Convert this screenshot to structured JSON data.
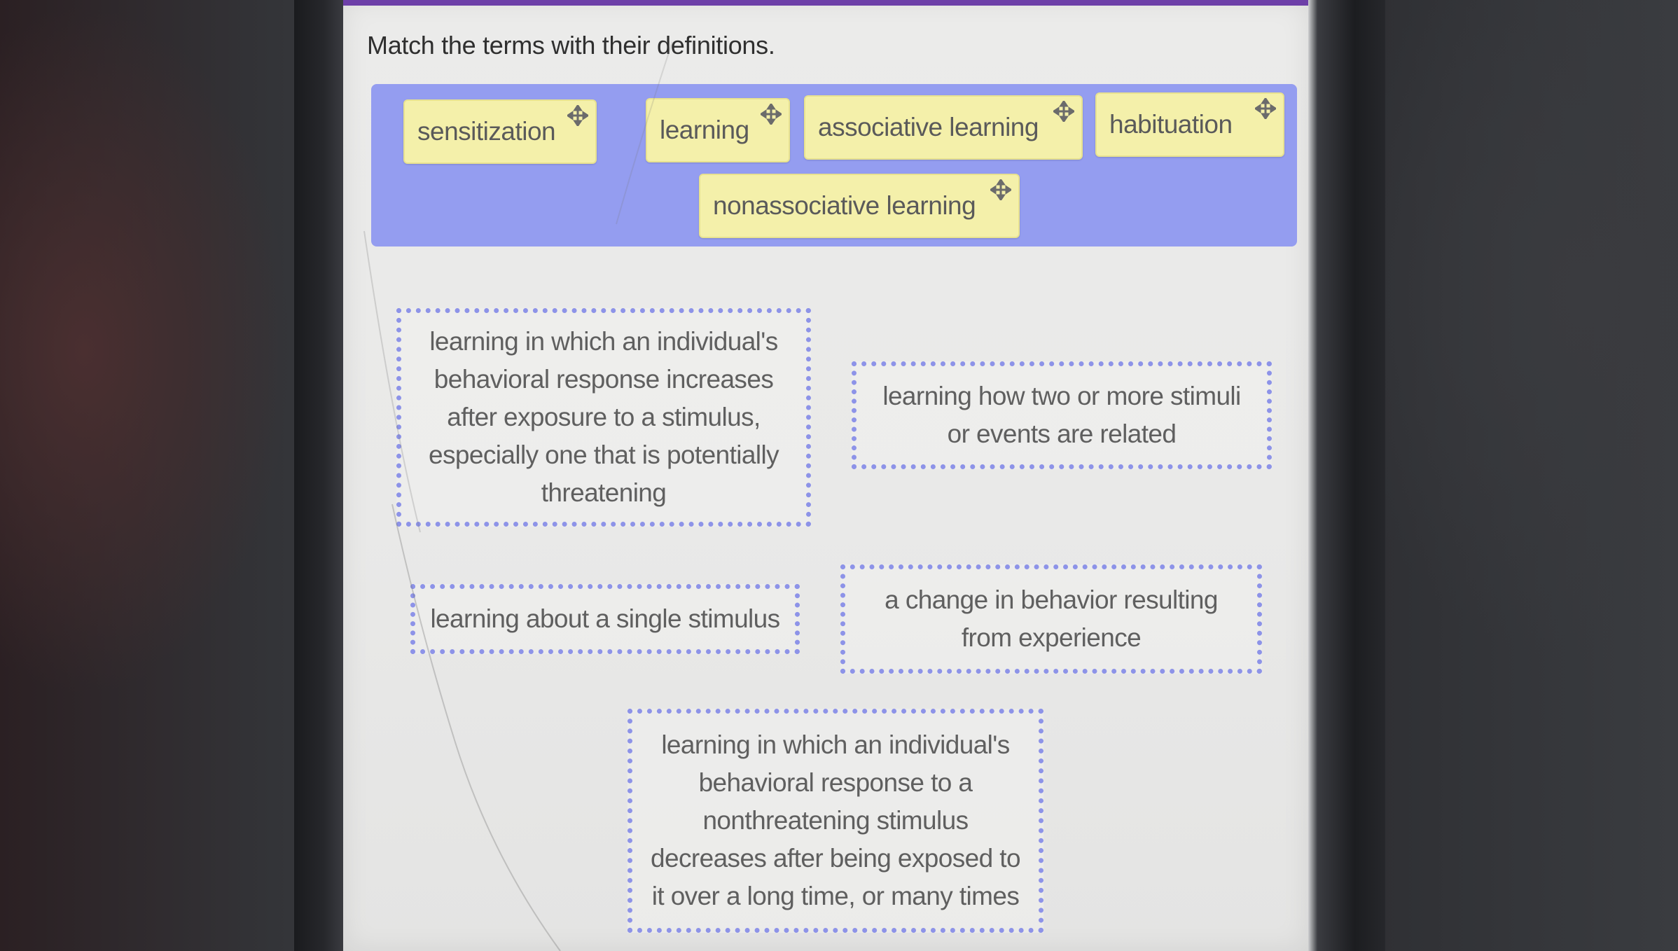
{
  "instructions": "Match the terms with their definitions.",
  "term_bank": {
    "chips": [
      {
        "label": "sensitization",
        "icon": "move-icon"
      },
      {
        "label": "learning",
        "icon": "move-icon"
      },
      {
        "label": "associative learning",
        "icon": "move-icon"
      },
      {
        "label": "habituation",
        "icon": "move-icon"
      },
      {
        "label": "nonassociative learning",
        "icon": "move-icon"
      }
    ]
  },
  "definitions": [
    {
      "lines": [
        "learning in which an individual's",
        "behavioral response increases",
        "after exposure to a stimulus,",
        "especially one that is potentially",
        "threatening"
      ]
    },
    {
      "lines": [
        "learning how two or more stimuli",
        "or events are related"
      ]
    },
    {
      "lines": [
        "learning about a single stimulus"
      ]
    },
    {
      "lines": [
        "a change in behavior resulting",
        "from experience"
      ]
    },
    {
      "lines": [
        "learning in which an individual's",
        "behavioral response to a",
        "nonthreatening stimulus",
        "decreases after being exposed to",
        "it over a long time, or many times"
      ]
    }
  ],
  "colors": {
    "accent_purple": "#6d3fa8",
    "term_bank_bg": "#949df0",
    "chip_bg": "#f4f0aa",
    "drop_border": "#8d93e8"
  }
}
